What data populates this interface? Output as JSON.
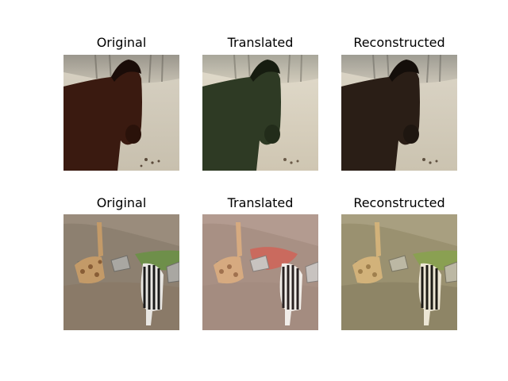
{
  "figure": {
    "rows": [
      {
        "panels": [
          {
            "title": "Original",
            "scene": "horse",
            "tint": "original"
          },
          {
            "title": "Translated",
            "scene": "horse",
            "tint": "green"
          },
          {
            "title": "Reconstructed",
            "scene": "horse",
            "tint": "dark"
          }
        ]
      },
      {
        "panels": [
          {
            "title": "Original",
            "scene": "zebra-giraffe",
            "tint": "original"
          },
          {
            "title": "Translated",
            "scene": "zebra-giraffe",
            "tint": "pink"
          },
          {
            "title": "Reconstructed",
            "scene": "zebra-giraffe",
            "tint": "yellow"
          }
        ]
      }
    ]
  }
}
